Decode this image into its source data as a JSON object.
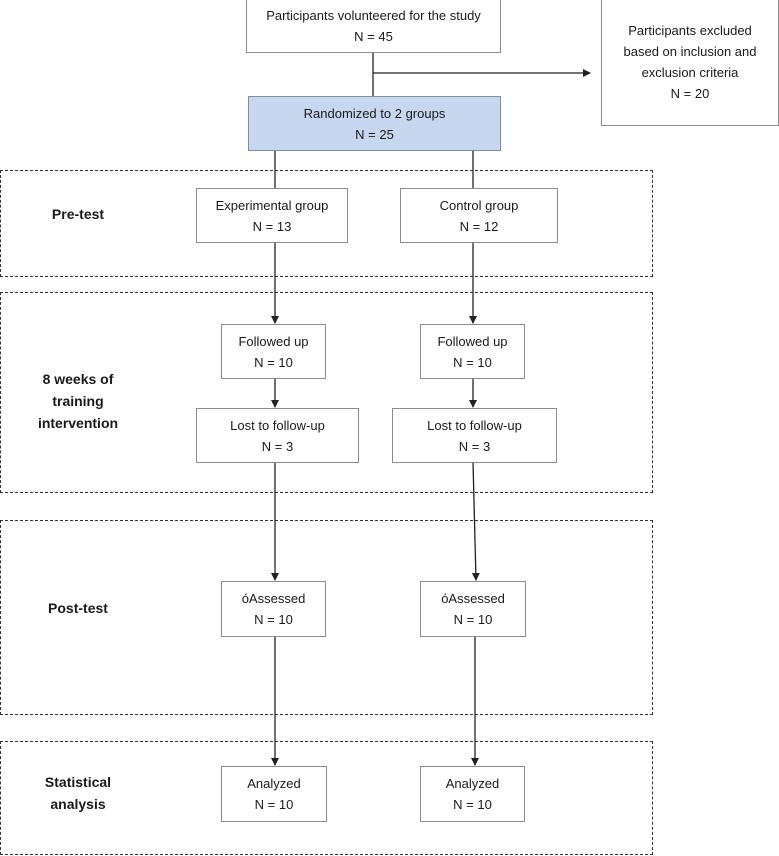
{
  "nodes": {
    "volunteered": {
      "text": "Participants volunteered for the study",
      "n": "N = 45"
    },
    "excluded": {
      "lines": [
        "Participants excluded",
        "based on inclusion and",
        "exclusion criteria"
      ],
      "n": "N = 20"
    },
    "randomized": {
      "text": "Randomized to 2 groups",
      "n": "N = 25"
    },
    "experimental_group": {
      "text": "Experimental group",
      "n": "N = 13"
    },
    "control_group": {
      "text": "Control group",
      "n": "N = 12"
    },
    "exp_followed_up": {
      "text": "Followed up",
      "n": "N = 10"
    },
    "ctl_followed_up": {
      "text": "Followed up",
      "n": "N = 10"
    },
    "exp_lost": {
      "text": "Lost to follow-up",
      "n": "N = 3"
    },
    "ctl_lost": {
      "text": "Lost to follow-up",
      "n": "N = 3"
    },
    "exp_assessed": {
      "text": "óAssessed",
      "n": "N = 10"
    },
    "ctl_assessed": {
      "text": "óAssessed",
      "n": "N = 10"
    },
    "exp_analyzed": {
      "text": "Analyzed",
      "n": "N = 10"
    },
    "ctl_analyzed": {
      "text": "Analyzed",
      "n": "N = 10"
    }
  },
  "stages": {
    "pretest": {
      "lines": [
        "Pre-test"
      ]
    },
    "training": {
      "lines": [
        "8 weeks of",
        "training",
        "intervention"
      ]
    },
    "posttest": {
      "lines": [
        "Post-test"
      ]
    },
    "statistical": {
      "lines": [
        "Statistical",
        "analysis"
      ]
    }
  },
  "colors": {
    "randomized_fill": "#c6d7ef",
    "box_border": "#8c8c8c",
    "connector": "#222222",
    "stage_border": "#333333"
  }
}
